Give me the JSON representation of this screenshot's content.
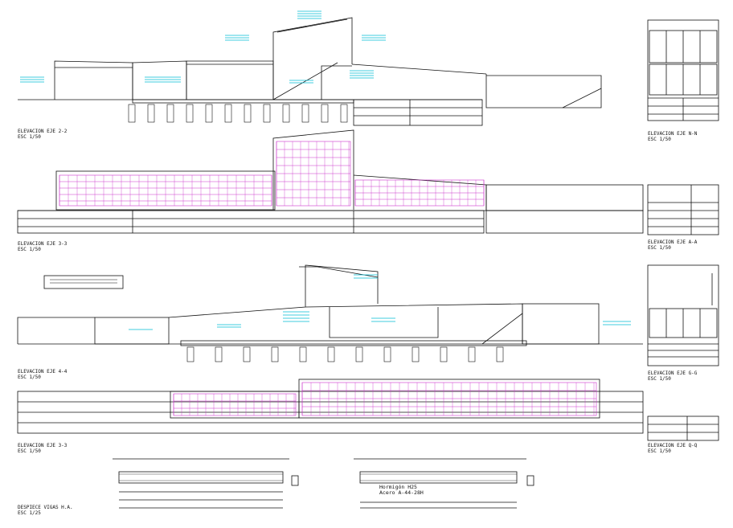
{
  "colors": {
    "line": "#111111",
    "cyan": "#00bcd4",
    "magenta": "#cc33cc",
    "background": "#ffffff"
  },
  "labels": {
    "elev_22": {
      "title": "ELEVACION EJE 2-2",
      "scale": "ESC 1/50"
    },
    "elev_nn": {
      "title": "ELEVACION EJE N-N",
      "scale": "ESC 1/50"
    },
    "elev_33a": {
      "title": "ELEVACION EJE 3-3",
      "scale": "ESC 1/50"
    },
    "elev_aa": {
      "title": "ELEVACION EJE A-A",
      "scale": "ESC 1/50"
    },
    "elev_44": {
      "title": "ELEVACION EJE 4-4",
      "scale": "ESC 1/50"
    },
    "elev_gg": {
      "title": "ELEVACION EJE G-G",
      "scale": "ESC 1/50"
    },
    "elev_33b": {
      "title": "ELEVACION EJE 3-3",
      "scale": "ESC 1/50"
    },
    "elev_qq": {
      "title": "ELEVACION EJE Q-Q",
      "scale": "ESC 1/50"
    },
    "despiece": {
      "title": "DESPIECE VIGAS H.A.",
      "scale": "ESC 1/25"
    }
  },
  "notes": {
    "concrete": "Hormigón H25",
    "steel": "Acero A-44-28H"
  }
}
